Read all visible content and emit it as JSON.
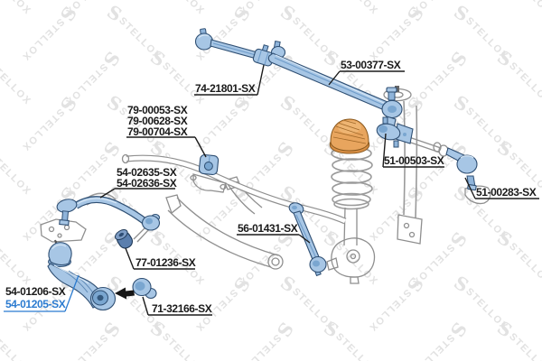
{
  "watermark": {
    "logo": "S",
    "brand": "STELLOX"
  },
  "callouts": [
    {
      "part_number": "53-00377-SX",
      "style": "normal"
    },
    {
      "part_number": "74-21801-SX",
      "style": "normal"
    },
    {
      "part_number": "79-00053-SX",
      "style": "normal"
    },
    {
      "part_number": "79-00628-SX",
      "style": "normal"
    },
    {
      "part_number": "79-00704-SX",
      "style": "normal"
    },
    {
      "part_number": "54-02635-SX",
      "style": "normal"
    },
    {
      "part_number": "54-02636-SX",
      "style": "normal"
    },
    {
      "part_number": "51-00503-SX",
      "style": "normal"
    },
    {
      "part_number": "51-00283-SX",
      "style": "normal"
    },
    {
      "part_number": "56-01431-SX",
      "style": "normal"
    },
    {
      "part_number": "77-01236-SX",
      "style": "normal"
    },
    {
      "part_number": "54-01206-SX",
      "style": "normal"
    },
    {
      "part_number": "54-01205-SX",
      "style": "selected"
    },
    {
      "part_number": "71-32166-SX",
      "style": "normal"
    }
  ],
  "colors": {
    "highlighted_part": "#a7c6e5",
    "selected_label": "#2b7bd0",
    "label_text": "#1a1a1a",
    "spring_seat": "#e8a55e",
    "watermark": "#e2e2e2"
  }
}
